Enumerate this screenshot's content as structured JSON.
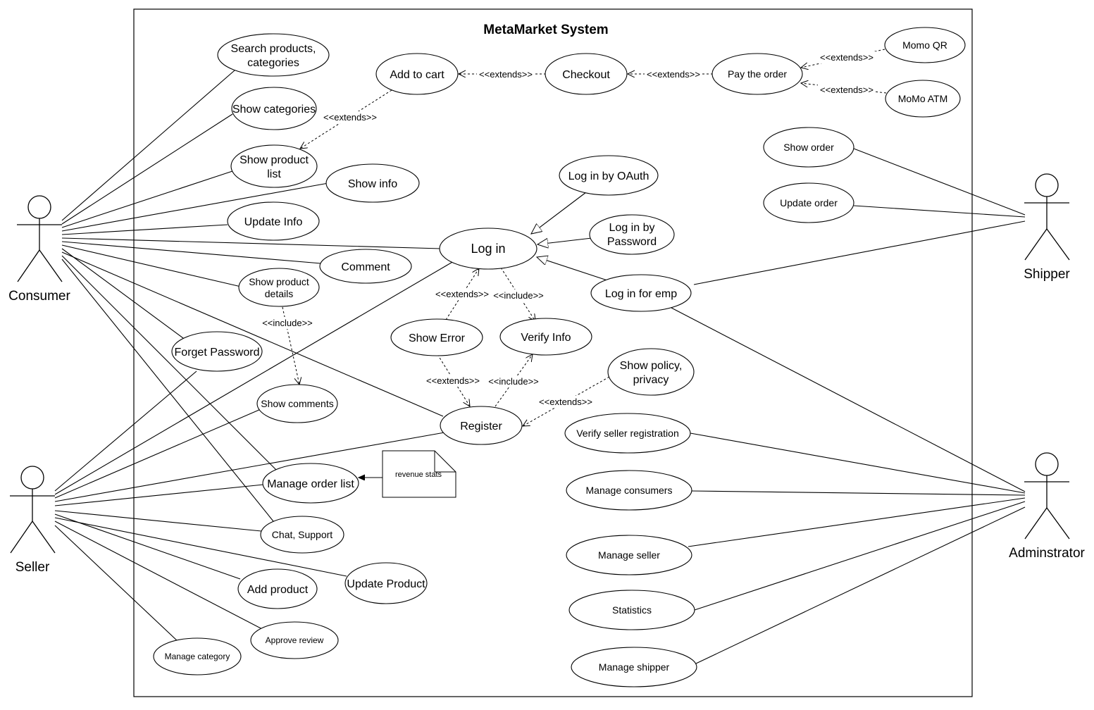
{
  "title": "MetaMarket System",
  "actors": {
    "consumer": "Consumer",
    "seller": "Seller",
    "shipper": "Shipper",
    "admin": "Adminstrator"
  },
  "use_cases": {
    "search": [
      "Search products,",
      "categories"
    ],
    "show_categories": [
      "Show categories"
    ],
    "show_product_list": [
      "Show product",
      "list"
    ],
    "show_info": [
      "Show info"
    ],
    "update_info": [
      "Update Info"
    ],
    "comment": [
      "Comment"
    ],
    "show_product_details": [
      "Show product",
      "details"
    ],
    "forget_password": [
      "Forget Password"
    ],
    "show_comments": [
      "Show comments"
    ],
    "add_to_cart": [
      "Add to cart"
    ],
    "checkout": [
      "Checkout"
    ],
    "pay_order": [
      "Pay the order"
    ],
    "momo_qr": [
      "Momo QR"
    ],
    "momo_atm": [
      "MoMo ATM"
    ],
    "login_oauth": [
      "Log in by OAuth"
    ],
    "login_password": [
      "Log in by",
      "Password"
    ],
    "login": [
      "Log in"
    ],
    "login_emp": [
      "Log in for emp"
    ],
    "show_error": [
      "Show Error"
    ],
    "verify_info": [
      "Verify Info"
    ],
    "show_policy": [
      "Show policy,",
      "privacy"
    ],
    "register": [
      "Register"
    ],
    "manage_order_list": [
      "Manage order list"
    ],
    "chat_support": [
      "Chat, Support"
    ],
    "add_product": [
      "Add product"
    ],
    "update_product": [
      "Update Product"
    ],
    "approve_review": [
      "Approve review"
    ],
    "manage_category": [
      "Manage category"
    ],
    "show_order": [
      "Show order"
    ],
    "update_order": [
      "Update order"
    ],
    "verify_seller": [
      "Verify seller registration"
    ],
    "manage_consumers": [
      "Manage consumers"
    ],
    "manage_seller": [
      "Manage seller"
    ],
    "statistics": [
      "Statistics"
    ],
    "manage_shipper": [
      "Manage shipper"
    ]
  },
  "note": "revenue stats",
  "labels": {
    "extends": "<<extends>>",
    "include": "<<include>>"
  }
}
